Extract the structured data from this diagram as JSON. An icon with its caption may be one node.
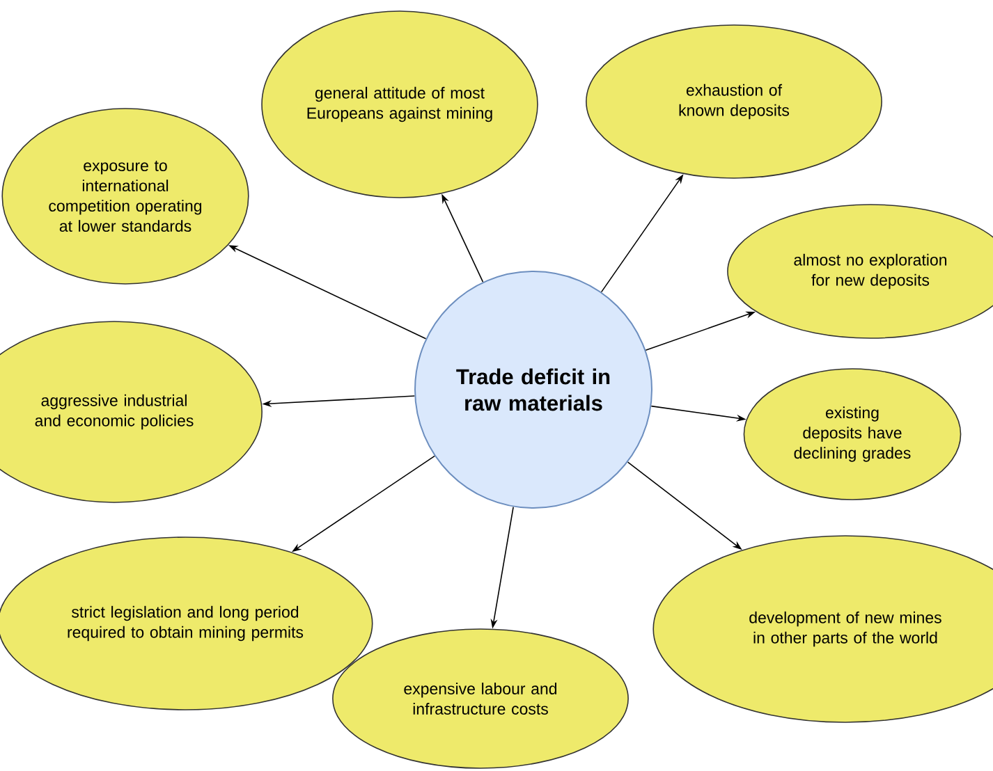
{
  "diagram": {
    "nodes": [
      {
        "text": [
          "Trade deficit in raw materials"
        ]
      },
      {
        "text": [
          "general attitude of most Europeans against mining"
        ]
      },
      {
        "text": [
          "exhaustion of known deposits"
        ]
      },
      {
        "text": [
          "exposure to international competition operating at lower standards"
        ]
      },
      {
        "text": [
          "almost no exploration for new deposits"
        ]
      },
      {
        "text": [
          "aggressive industrial and economic policies"
        ]
      },
      {
        "text": [
          "existing deposits have declining grades"
        ]
      },
      {
        "text": [
          "strict legislation and long period required to obtain mining permits"
        ]
      },
      {
        "text": [
          "development of new mines in other parts of the world"
        ]
      },
      {
        "text": [
          "expensive labour and infrastructure costs"
        ]
      }
    ],
    "edges": [
      {
        "from": 0,
        "to": 1,
        "arrow": "to"
      },
      {
        "from": 0,
        "to": 2,
        "arrow": "to"
      },
      {
        "from": 0,
        "to": 3,
        "arrow": "to"
      },
      {
        "from": 0,
        "to": 4,
        "arrow": "to"
      },
      {
        "from": 0,
        "to": 5,
        "arrow": "to"
      },
      {
        "from": 0,
        "to": 6,
        "arrow": "to"
      },
      {
        "from": 0,
        "to": 7,
        "arrow": "to"
      },
      {
        "from": 0,
        "to": 8,
        "arrow": "to"
      },
      {
        "from": 0,
        "to": 9,
        "arrow": "to"
      }
    ]
  }
}
